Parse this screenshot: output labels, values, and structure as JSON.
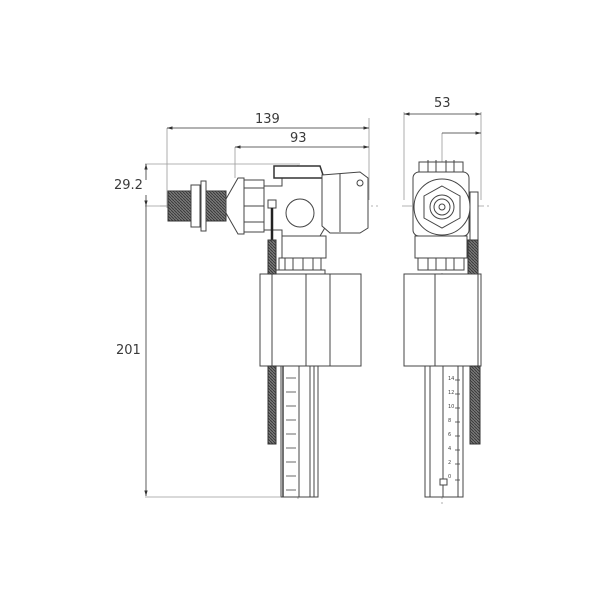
{
  "drawing": {
    "title": "Side-entry fill valve technical drawing",
    "views": [
      "side-view",
      "front-view"
    ],
    "units": "mm",
    "line_color": "#4a4a4a",
    "dim_line_color": "#9a9a9a",
    "background": "#ffffff"
  },
  "dimensions": {
    "overall_length": "139",
    "valve_body_length": "93",
    "front_width": "53",
    "inlet_offset": "29.2",
    "overall_height": "201"
  },
  "scale": {
    "side_view_ticks": 9,
    "front_view_labels": [
      "14",
      "12",
      "10",
      "8",
      "6",
      "4",
      "2",
      "0"
    ]
  }
}
